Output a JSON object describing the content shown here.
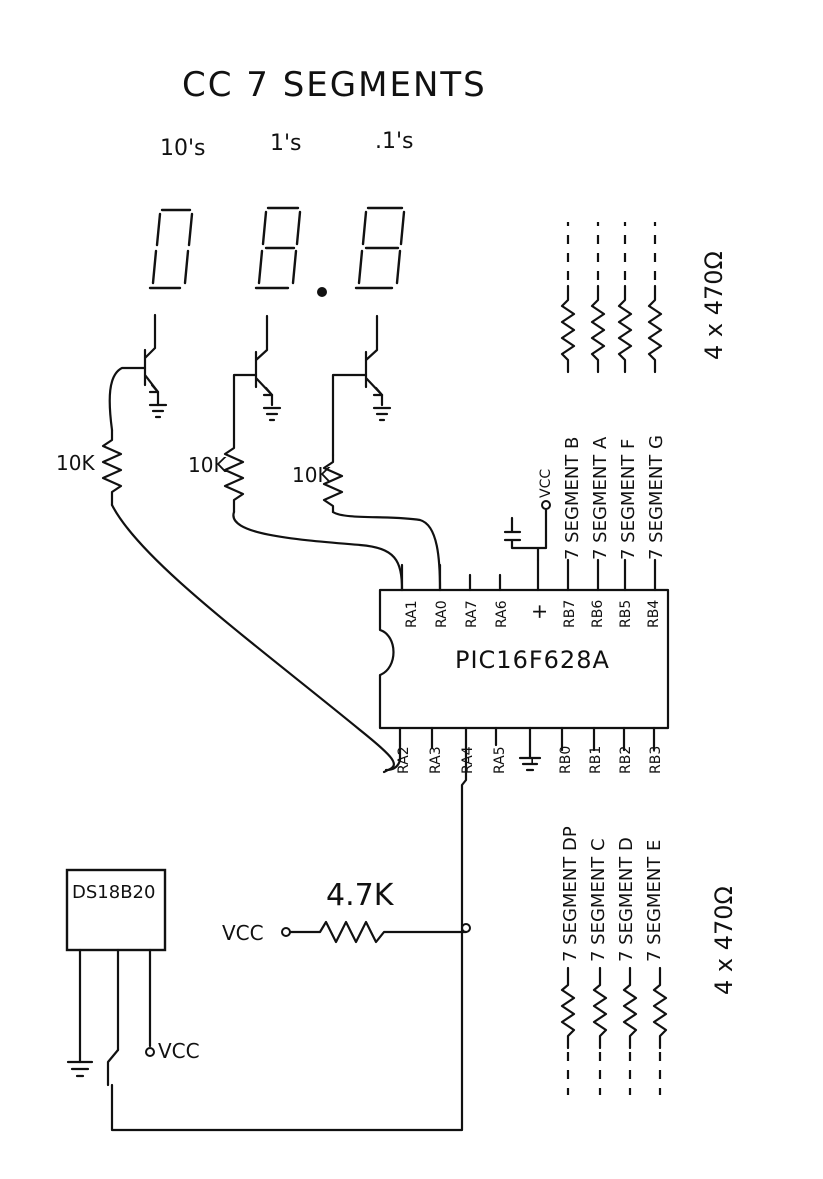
{
  "title": "CC 7 SEGMENTS",
  "digit_labels": [
    "10's",
    "1's",
    ".1's"
  ],
  "base_resistors": [
    "10K",
    "10K",
    "10K"
  ],
  "chip": {
    "name": "PIC16F628A",
    "top_pins": [
      "RA1",
      "RA0",
      "RA7",
      "RA6",
      "+",
      "RB7",
      "RB6",
      "RB5",
      "RB4"
    ],
    "bottom_pins": [
      "RA2",
      "RA3",
      "RA4",
      "RA5",
      "-",
      "RB0",
      "RB1",
      "RB2",
      "RB3"
    ]
  },
  "top_segments": [
    "7 SEGMENT B",
    "7 SEGMENT A",
    "7 SEGMENT F",
    "7 SEGMENT G"
  ],
  "bottom_segments": [
    "7 SEGMENT DP",
    "7 SEGMENT C",
    "7 SEGMENT D",
    "7 SEGMENT E"
  ],
  "resistor_note_top": "4 x 470Ω",
  "resistor_note_bottom": "4 x 470Ω",
  "vcc_cap_label": "VCC",
  "pullup": {
    "value": "4.7K",
    "vcc_label": "VCC"
  },
  "sensor": {
    "name": "DS18B20",
    "vcc_label": "VCC"
  }
}
